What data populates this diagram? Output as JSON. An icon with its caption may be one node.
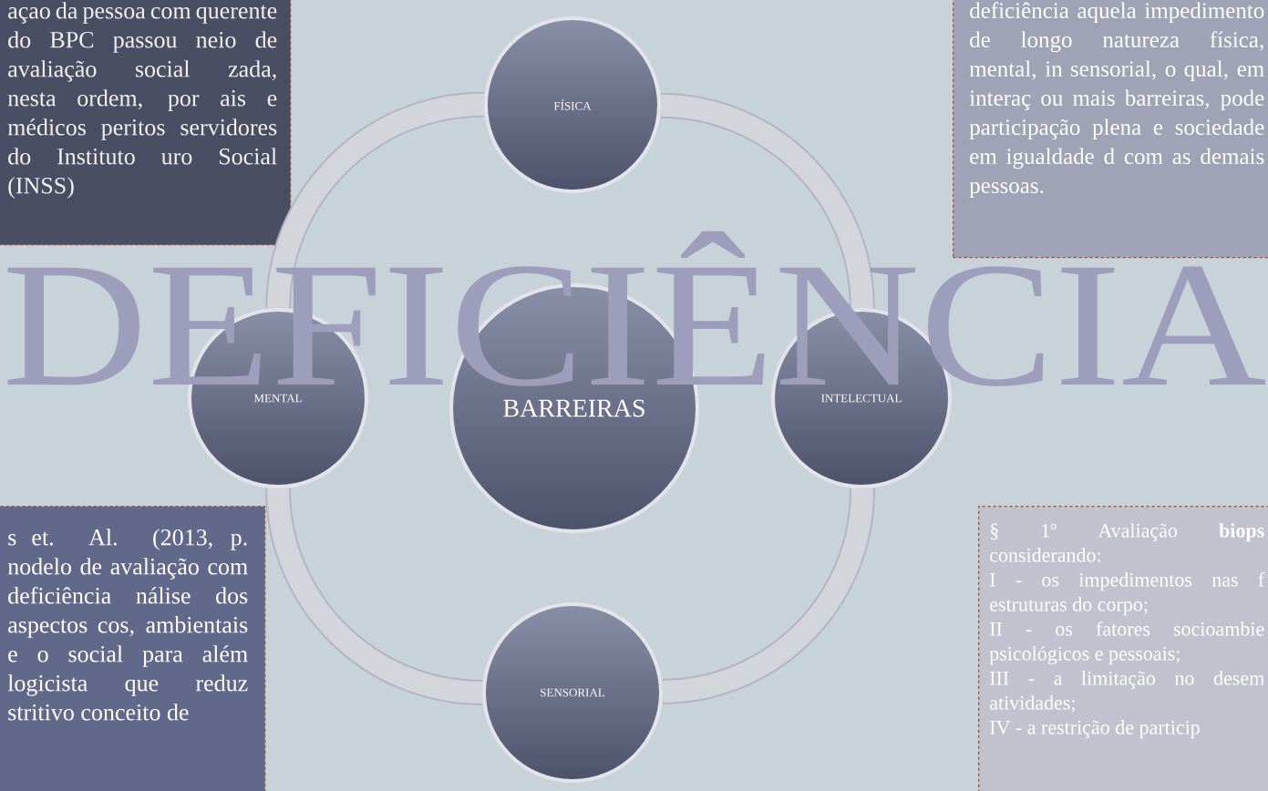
{
  "diagram": {
    "nodes": [
      {
        "text": [
          "açao da pessoa com querente do BPC passou neio de avaliação social zada, nesta ordem, por ais e médicos peritos servidores do Instituto uro Social (INSS)"
        ]
      },
      {
        "text": [
          "deficiência aquela impedimento de longo natureza física, mental, in sensorial, o qual, em interaç ou mais barreiras, pode participação plena e sociedade em igualdade d com as demais pessoas."
        ]
      },
      {
        "text": [
          "FÍSICA"
        ]
      },
      {
        "text": [
          "MENTAL"
        ]
      },
      {
        "text": [
          "BARREIRAS"
        ]
      },
      {
        "text": [
          "INTELECTUAL"
        ]
      },
      {
        "text": [
          "SENSORIAL"
        ]
      },
      {
        "text": [
          "s et. Al. (2013, p. nodelo de avaliação com deficiência nálise dos aspectos cos, ambientais e o social para além logicista que reduz stritivo conceito de"
        ]
      },
      {
        "text": [
          "§ 1º Avaliação **biops** considerando:",
          "I - os impedimentos nas f estruturas do corpo;",
          "II - os fatores socioambie psicológicos e pessoais;",
          "III - a limitação no desem atividades;",
          "IV - a restrição de particip"
        ]
      }
    ],
    "edges": [
      {
        "from": 2,
        "to": 5,
        "arrow": "none"
      },
      {
        "from": 5,
        "to": 6,
        "arrow": "none"
      },
      {
        "from": 6,
        "to": 3,
        "arrow": "none"
      },
      {
        "from": 3,
        "to": 2,
        "arrow": "none"
      }
    ],
    "labels": [
      "DEFICIÊNCIA"
    ]
  }
}
